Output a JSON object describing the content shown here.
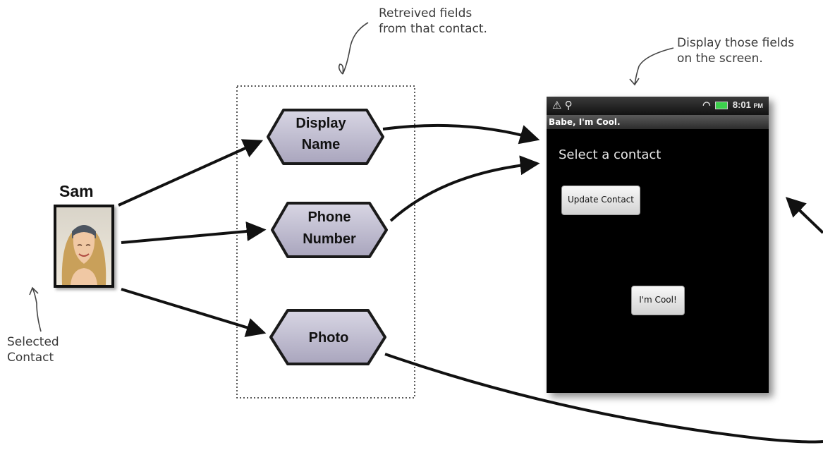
{
  "annotations": {
    "retrieved_line1": "Retreived fields",
    "retrieved_line2": "from that contact.",
    "display_line1": "Display those fields",
    "display_line2": "on the screen.",
    "selected_line1": "Selected",
    "selected_line2": "Contact"
  },
  "contact": {
    "name": "Sam"
  },
  "fields": [
    {
      "line1": "Display",
      "line2": "Name"
    },
    {
      "line1": "Phone",
      "line2": "Number"
    },
    {
      "line1": "Photo",
      "line2": ""
    }
  ],
  "phone": {
    "status_time": "8:01",
    "status_ampm": "PM",
    "app_title": "Babe, I'm Cool.",
    "prompt": "Select a contact",
    "update_button": "Update Contact",
    "cool_button": "I'm Cool!"
  },
  "colors": {
    "hex_fill": "#b9b6c9",
    "hex_outline": "#1a1a1a",
    "phone_bg": "#000000"
  }
}
